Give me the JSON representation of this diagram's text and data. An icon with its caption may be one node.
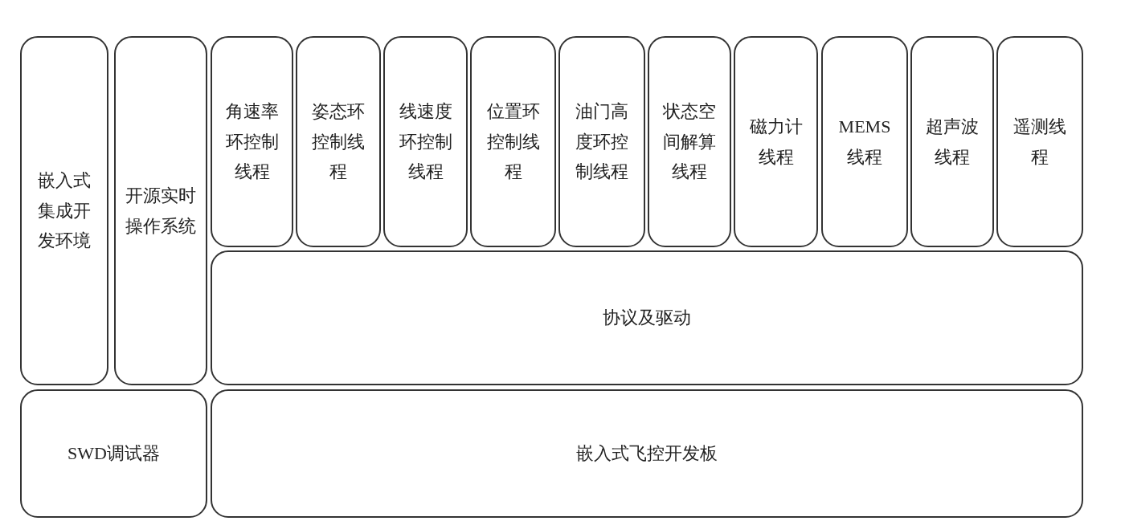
{
  "diagram": {
    "nodes": [
      {
        "text": [
          "嵌入式集成开发环境"
        ]
      },
      {
        "text": [
          "开源实时操作系统"
        ]
      },
      {
        "text": [
          "角速率环控制线程"
        ]
      },
      {
        "text": [
          "姿态环控制线程"
        ]
      },
      {
        "text": [
          "线速度环控制线程"
        ]
      },
      {
        "text": [
          "位置环控制线程"
        ]
      },
      {
        "text": [
          "油门高度环控制线程"
        ]
      },
      {
        "text": [
          "状态空间解算线程"
        ]
      },
      {
        "text": [
          "磁力计线程"
        ]
      },
      {
        "text": [
          "MEMS线程"
        ]
      },
      {
        "text": [
          "超声波线程"
        ]
      },
      {
        "text": [
          "遥测线程"
        ]
      },
      {
        "text": [
          "协议及驱动"
        ]
      },
      {
        "text": [
          "SWD调试器"
        ]
      },
      {
        "text": [
          "嵌入式飞控开发板"
        ]
      }
    ]
  }
}
